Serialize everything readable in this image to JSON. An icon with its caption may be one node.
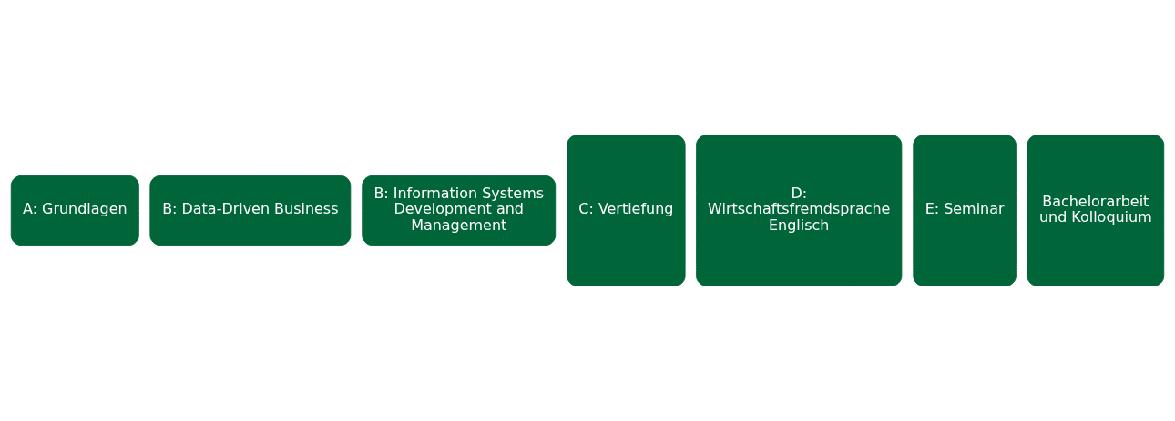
{
  "diagram": {
    "nodes": [
      {
        "text": [
          "A: Grundlagen"
        ]
      },
      {
        "text": [
          "B: Data-Driven Business"
        ]
      },
      {
        "text": [
          "B: Information Systems Development and Management"
        ]
      },
      {
        "text": [
          "C: Vertiefung"
        ]
      },
      {
        "text": [
          "D: Wirtschaftsfremdsprache Englisch"
        ]
      },
      {
        "text": [
          "E: Seminar"
        ]
      },
      {
        "text": [
          "Bachelorarbeit und Kolloquium"
        ]
      }
    ]
  }
}
